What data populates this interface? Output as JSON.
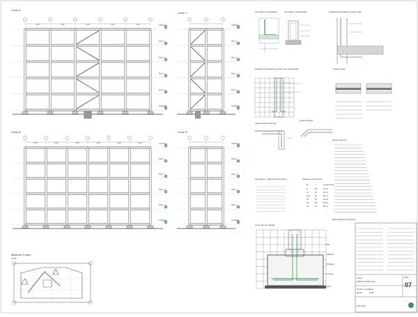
{
  "sheet": {
    "number": "07",
    "views": {
      "corte_a": "Corte A",
      "corte_b": "Corte B",
      "corte_c": "Corte C",
      "corte_d": "Corte D",
      "mapa_cortes": "Mapa de Cortes",
      "corte_tipo": "Corte Tipo de Sapata"
    },
    "sections": {
      "levels": [
        "Cobertura",
        "Piso 4",
        "Piso 3",
        "Piso 2",
        "Piso 1",
        "Fundação"
      ],
      "corte_a_grid": [
        "4.20",
        "4.20",
        "4.20",
        "4.20",
        "4.20"
      ],
      "corte_b_grid": [
        "4.20",
        "4.20",
        "4.20",
        "4.20",
        "4.20",
        "4.20"
      ]
    },
    "details": {
      "ancoragem_negativo": "Ancoragem do Negativo",
      "ancoragem_estribos": "Ancoragem dos Estribos",
      "pilar_viga": "Detalhe de Armadura do Pilar-Viga",
      "pilar_fundacao": "Detalhe de Armadura do Pilar com a Fundação",
      "perfil_laje": "Perfil da Laje",
      "perfil_capa": "Perfil da Capa",
      "vista_plana": "Vista de Planta da Laje",
      "legenda_laje": "Legenda da Laje",
      "ancoragem_dobras": "Ancoragem - Raio de Dobramento",
      "tabela_ancoragem": "Tabela de Ancoragem"
    },
    "bar_table": {
      "headers": [
        "Ø",
        "L",
        "Comprimento"
      ],
      "rows": [
        [
          "8",
          "25",
          "30 cm"
        ],
        [
          "10",
          "30",
          "35 cm"
        ],
        [
          "12.5",
          "40",
          "45 cm"
        ],
        [
          "16",
          "50",
          "55 cm"
        ],
        [
          "20",
          "60",
          "65 cm"
        ],
        [
          "25",
          "75",
          "80 cm"
        ]
      ]
    },
    "notes": {
      "title": "Notas Técnicas",
      "spec_title": "Especificações Técnicas",
      "mapa_scale": "1:200"
    },
    "footing_labels": {
      "pilar": "Pilar",
      "colarinho": "Colarinho",
      "armadura": "Armadura",
      "concreto": "Concreto",
      "lastro": "Lastro"
    },
    "title_block": {
      "project_label": "Projeto",
      "project": "Edifício Residencial",
      "sheet_label": "Folha",
      "drawing": "Cortes e Detalhes",
      "scale_label": "Escala",
      "scale": "1:100",
      "company": "Estrutural"
    },
    "colors": {
      "level_marker": "#2f9a57",
      "line": "#555555"
    }
  }
}
